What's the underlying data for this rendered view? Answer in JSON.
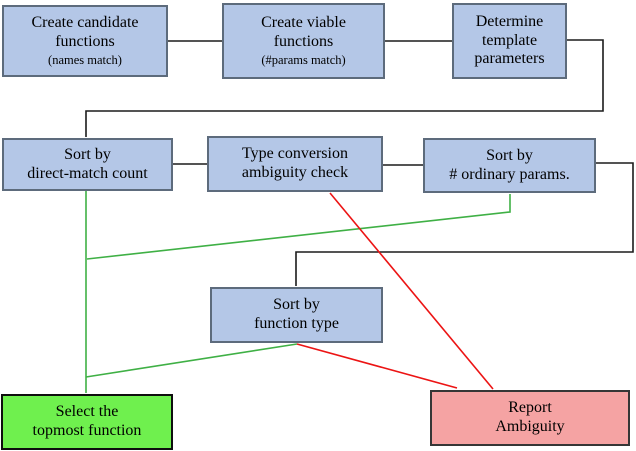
{
  "diagram": {
    "description": "Function overload resolution flowchart",
    "colors": {
      "node_fill": "#b4c7e7",
      "node_border": "#5d6b7c",
      "success_fill": "#6ff04e",
      "failure_fill": "#f5a3a3",
      "edge_black": "#1c1c1c",
      "edge_green": "#3fb045",
      "edge_red": "#ec1414"
    },
    "nodes": {
      "create_candidate": {
        "lines": [
          "Create candidate",
          "functions"
        ],
        "note": "(names match)"
      },
      "create_viable": {
        "lines": [
          "Create viable",
          "functions"
        ],
        "note": "(#params match)"
      },
      "determine_template": {
        "lines": [
          "Determine",
          "template",
          "parameters"
        ]
      },
      "sort_direct": {
        "lines": [
          "Sort by",
          "direct-match count"
        ]
      },
      "type_conversion": {
        "lines": [
          "Type conversion",
          "ambiguity check"
        ]
      },
      "sort_ordinary": {
        "lines": [
          "Sort by",
          "# ordinary params."
        ]
      },
      "sort_function_type": {
        "lines": [
          "Sort by",
          "function type"
        ]
      },
      "select_topmost": {
        "lines": [
          "Select the",
          "topmost function"
        ]
      },
      "report_ambiguity": {
        "lines": [
          "Report",
          "Ambiguity"
        ]
      }
    },
    "edges": [
      {
        "from": "create-candidate-functions",
        "to": "create-viable-functions",
        "color": "black"
      },
      {
        "from": "create-viable-functions",
        "to": "determine-template-parameters",
        "color": "black"
      },
      {
        "from": "determine-template-parameters",
        "to": "sort-by-direct-match-count",
        "color": "black"
      },
      {
        "from": "sort-by-direct-match-count",
        "to": "type-conversion-ambiguity-check",
        "color": "black"
      },
      {
        "from": "type-conversion-ambiguity-check",
        "to": "sort-by-ordinary-params",
        "color": "black"
      },
      {
        "from": "sort-by-ordinary-params",
        "to": "sort-by-function-type",
        "color": "black"
      },
      {
        "from": "sort-by-direct-match-count",
        "to": "select-topmost-function",
        "color": "green"
      },
      {
        "from": "sort-by-ordinary-params",
        "to": "select-topmost-function",
        "color": "green"
      },
      {
        "from": "sort-by-function-type",
        "to": "select-topmost-function",
        "color": "green"
      },
      {
        "from": "type-conversion-ambiguity-check",
        "to": "report-ambiguity",
        "color": "red"
      },
      {
        "from": "sort-by-function-type",
        "to": "report-ambiguity",
        "color": "red"
      }
    ]
  }
}
